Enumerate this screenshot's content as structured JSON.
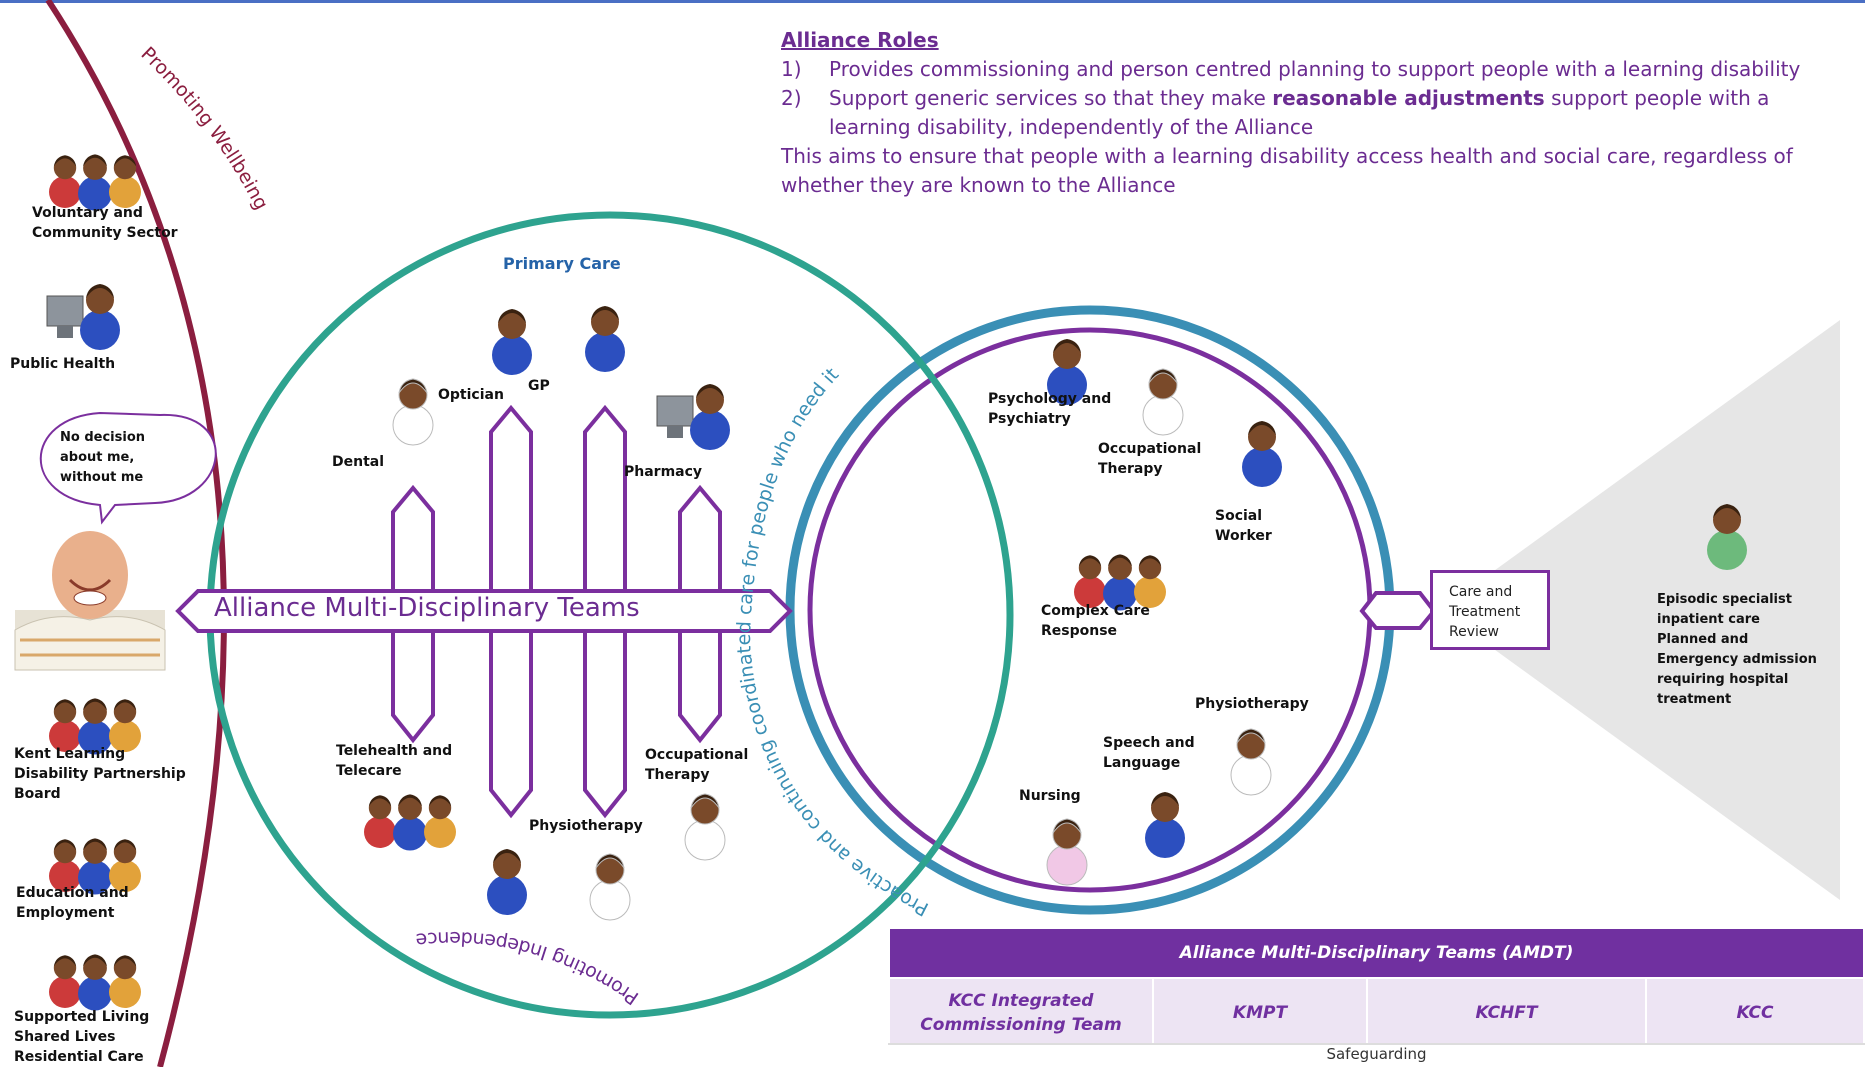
{
  "roles": {
    "title": "Alliance Roles",
    "items": [
      {
        "num": "1)",
        "text": "Provides commissioning and  person centred  planning to support people with a learning disability"
      },
      {
        "num": "2)",
        "text_before": "Support generic services so that they make ",
        "text_bold": "reasonable adjustments",
        "text_after": " support people with a learning disability, independently of the Alliance"
      }
    ],
    "summary": "This aims to ensure that people with a learning disability access health and social care, regardless of whether they are known to the Alliance"
  },
  "arcs": {
    "wellbeing": "Promoting Wellbeing",
    "independence": "Promoting Independence",
    "coordinated": "Proactive and continuing coordinated care for people who need it"
  },
  "left_column": {
    "voluntary": "Voluntary and\nCommunity Sector",
    "public_health": "Public Health",
    "speech_bubble": "No decision\nabout me,\nwithout me",
    "kent_ldpb": "Kent Learning\nDisability Partnership\nBoard",
    "education": "Education and\nEmployment",
    "supported_living": "Supported Living\nShared Lives\nResidential Care"
  },
  "primary_care": {
    "title": "Primary Care",
    "optician": "Optician",
    "gp": "GP",
    "dental": "Dental",
    "pharmacy": "Pharmacy",
    "telehealth": "Telehealth and\nTelecare",
    "occupational_therapy": "Occupational\nTherapy",
    "physiotherapy": "Physiotherapy"
  },
  "amdt_arrow": "Alliance Multi-Disciplinary Teams",
  "specialist": {
    "psychology": "Psychology and\nPsychiatry",
    "occupational_therapy": "Occupational\nTherapy",
    "social_worker": "Social\nWorker",
    "complex_care": "Complex Care\nResponse",
    "physiotherapy": "Physiotherapy",
    "speech": "Speech and\nLanguage",
    "nursing": "Nursing"
  },
  "care_review": "Care and\nTreatment\nReview",
  "episodic": "Episodic specialist\ninpatient care\nPlanned and\nEmergency admission\nrequiring hospital\ntreatment",
  "amdt_table": {
    "header": "Alliance Multi-Disciplinary Teams (AMDT)",
    "columns": [
      "KCC  Integrated\nCommissioning Team",
      "KMPT",
      "KCHFT",
      "KCC"
    ],
    "safeguarding": "Safeguarding"
  }
}
